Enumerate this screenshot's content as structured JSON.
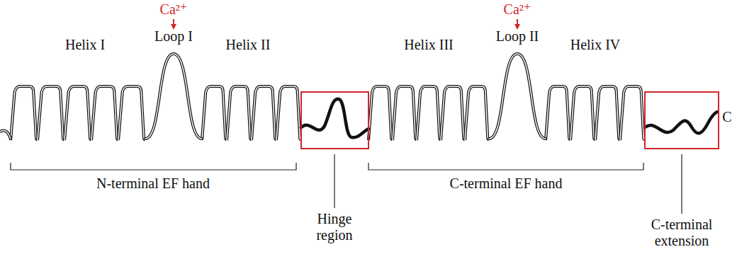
{
  "diagram": {
    "labels": [
      "Ca²⁺",
      "Loop I",
      "Helix I",
      "Helix II",
      "Ca²⁺",
      "Loop II",
      "Helix III",
      "Helix IV",
      "C",
      "N-terminal EF hand",
      "C-terminal EF hand",
      "Hinge region",
      "C-terminal extension"
    ]
  }
}
